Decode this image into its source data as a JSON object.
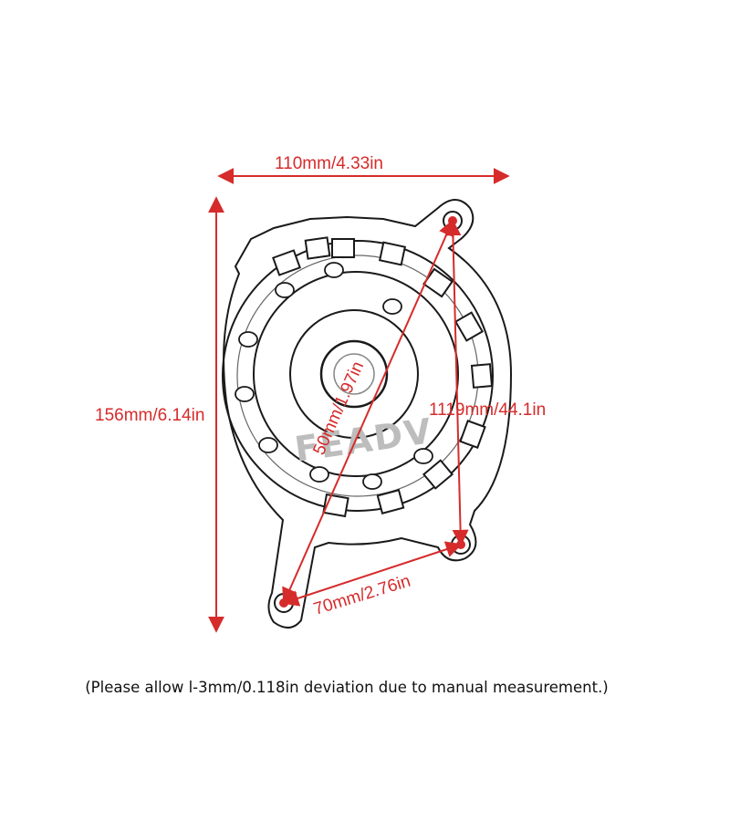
{
  "dimensions": {
    "width": "110mm/4.33in",
    "height": "156mm/6.14in",
    "diagonal": "50mm/1.97in",
    "right_span": "1119mm/44.1in",
    "bottom_span": "70mm/2.76in"
  },
  "watermark": "FEADV",
  "note": "(Please allow l-3mm/0.118in deviation due to manual measurement.)",
  "colors": {
    "dimension": "#d62b2b",
    "outline": "#1a1a1a",
    "watermark": "#bdbdbd"
  }
}
